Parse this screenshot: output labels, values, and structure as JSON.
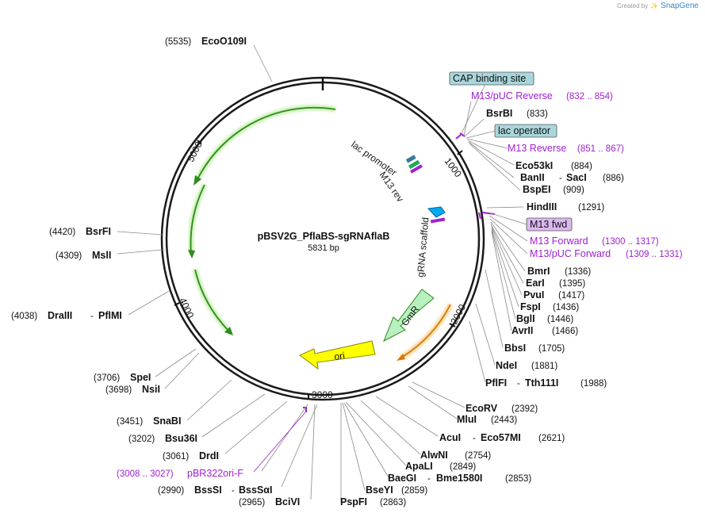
{
  "credit": {
    "prefix": "Created by",
    "brand": "SnapGene"
  },
  "plasmid": {
    "name": "pBSV2G_PflaBS-sgRNAflaB",
    "length": "5831 bp"
  },
  "ticks": [
    "1000",
    "2000",
    "3000",
    "4000",
    "5000"
  ],
  "boxed": {
    "cap": "CAP binding site",
    "lacop": "lac operator",
    "m13fwd": "M13 fwd"
  },
  "features_left": {
    "lacprom": "lac promoter",
    "m13rev": "M13 rev",
    "grna": "gRNA scaffold",
    "gmr": "GmR",
    "ori": "ori"
  },
  "primers": {
    "m13puc_rev": {
      "name": "M13/pUC Reverse",
      "pos": "(832 .. 854)"
    },
    "m13_rev": {
      "name": "M13 Reverse",
      "pos": "(851 .. 867)"
    },
    "m13_fwd": {
      "name": "M13 Forward",
      "pos": "(1300 .. 1317)"
    },
    "m13puc_fwd": {
      "name": "M13/pUC Forward",
      "pos": "(1309 .. 1331)"
    },
    "pbr322": {
      "name": "pBR322ori-F",
      "pos": "(3008 .. 3027)"
    }
  },
  "sites": {
    "ecoo109i": {
      "name": "EcoO109I",
      "pos": "(5535)"
    },
    "bsrbi": {
      "name": "BsrBI",
      "pos": "(833)"
    },
    "eco53ki": {
      "name": "Eco53kI",
      "pos": "(884)"
    },
    "banii": {
      "name": "BanII",
      "sep": "-",
      "name2": "SacI",
      "pos": "(886)"
    },
    "bspei": {
      "name": "BspEI",
      "pos": "(909)"
    },
    "hindiii": {
      "name": "HindIII",
      "pos": "(1291)"
    },
    "bmri": {
      "name": "BmrI",
      "pos": "(1336)"
    },
    "eari": {
      "name": "EarI",
      "pos": "(1395)"
    },
    "pvui": {
      "name": "PvuI",
      "pos": "(1417)"
    },
    "fspi": {
      "name": "FspI",
      "pos": "(1436)"
    },
    "bgli": {
      "name": "BglI",
      "pos": "(1446)"
    },
    "avrii": {
      "name": "AvrII",
      "pos": "(1466)"
    },
    "bbsi": {
      "name": "BbsI",
      "pos": "(1705)"
    },
    "ndei": {
      "name": "NdeI",
      "pos": "(1881)"
    },
    "pflfi": {
      "name": "PflFI",
      "sep": "-",
      "name2": "Tth111I",
      "pos": "(1988)"
    },
    "ecorv": {
      "name": "EcoRV",
      "pos": "(2392)"
    },
    "mlui": {
      "name": "MluI",
      "pos": "(2443)"
    },
    "acui": {
      "name": "AcuI",
      "sep": "-",
      "name2": "Eco57MI",
      "pos": "(2621)"
    },
    "alwni": {
      "name": "AlwNI",
      "pos": "(2754)"
    },
    "apali": {
      "name": "ApaLI",
      "pos": "(2849)"
    },
    "baegi": {
      "name": "BaeGI",
      "sep": "-",
      "name2": "Bme1580I",
      "pos": "(2853)"
    },
    "bseyi": {
      "name": "BseYI",
      "pos": "(2859)"
    },
    "pspfi": {
      "name": "PspFI",
      "pos": "(2863)"
    },
    "bcivi": {
      "name": "BciVI",
      "pos": "(2965)"
    },
    "bsssi": {
      "name": "BssSI",
      "sep": "-",
      "name2": "BssSαI",
      "pos": "(2990)"
    },
    "drdi": {
      "name": "DrdI",
      "pos": "(3061)"
    },
    "bsu36i": {
      "name": "Bsu36I",
      "pos": "(3202)"
    },
    "snabi": {
      "name": "SnaBI",
      "pos": "(3451)"
    },
    "nsii": {
      "name": "NsiI",
      "pos": "(3698)"
    },
    "spei": {
      "name": "SpeI",
      "pos": "(3706)"
    },
    "draiii": {
      "name": "DraIII",
      "sep": "-",
      "name2": "PflMI",
      "pos": "(4038)"
    },
    "msli": {
      "name": "MslI",
      "pos": "(4309)"
    },
    "bsrfi": {
      "name": "BsrFI",
      "pos": "(4420)"
    }
  },
  "colors": {
    "backbone": "#1a1a1a",
    "primer": "#a020d0",
    "green_arrow": "#2e8b1e",
    "gmr_fill": "#b8f0c0",
    "ori_fill": "#ffff00",
    "orange_arrow": "#d97800",
    "cap_box": "#a9d6dc",
    "m13fwd_box": "#dcb8f0"
  }
}
